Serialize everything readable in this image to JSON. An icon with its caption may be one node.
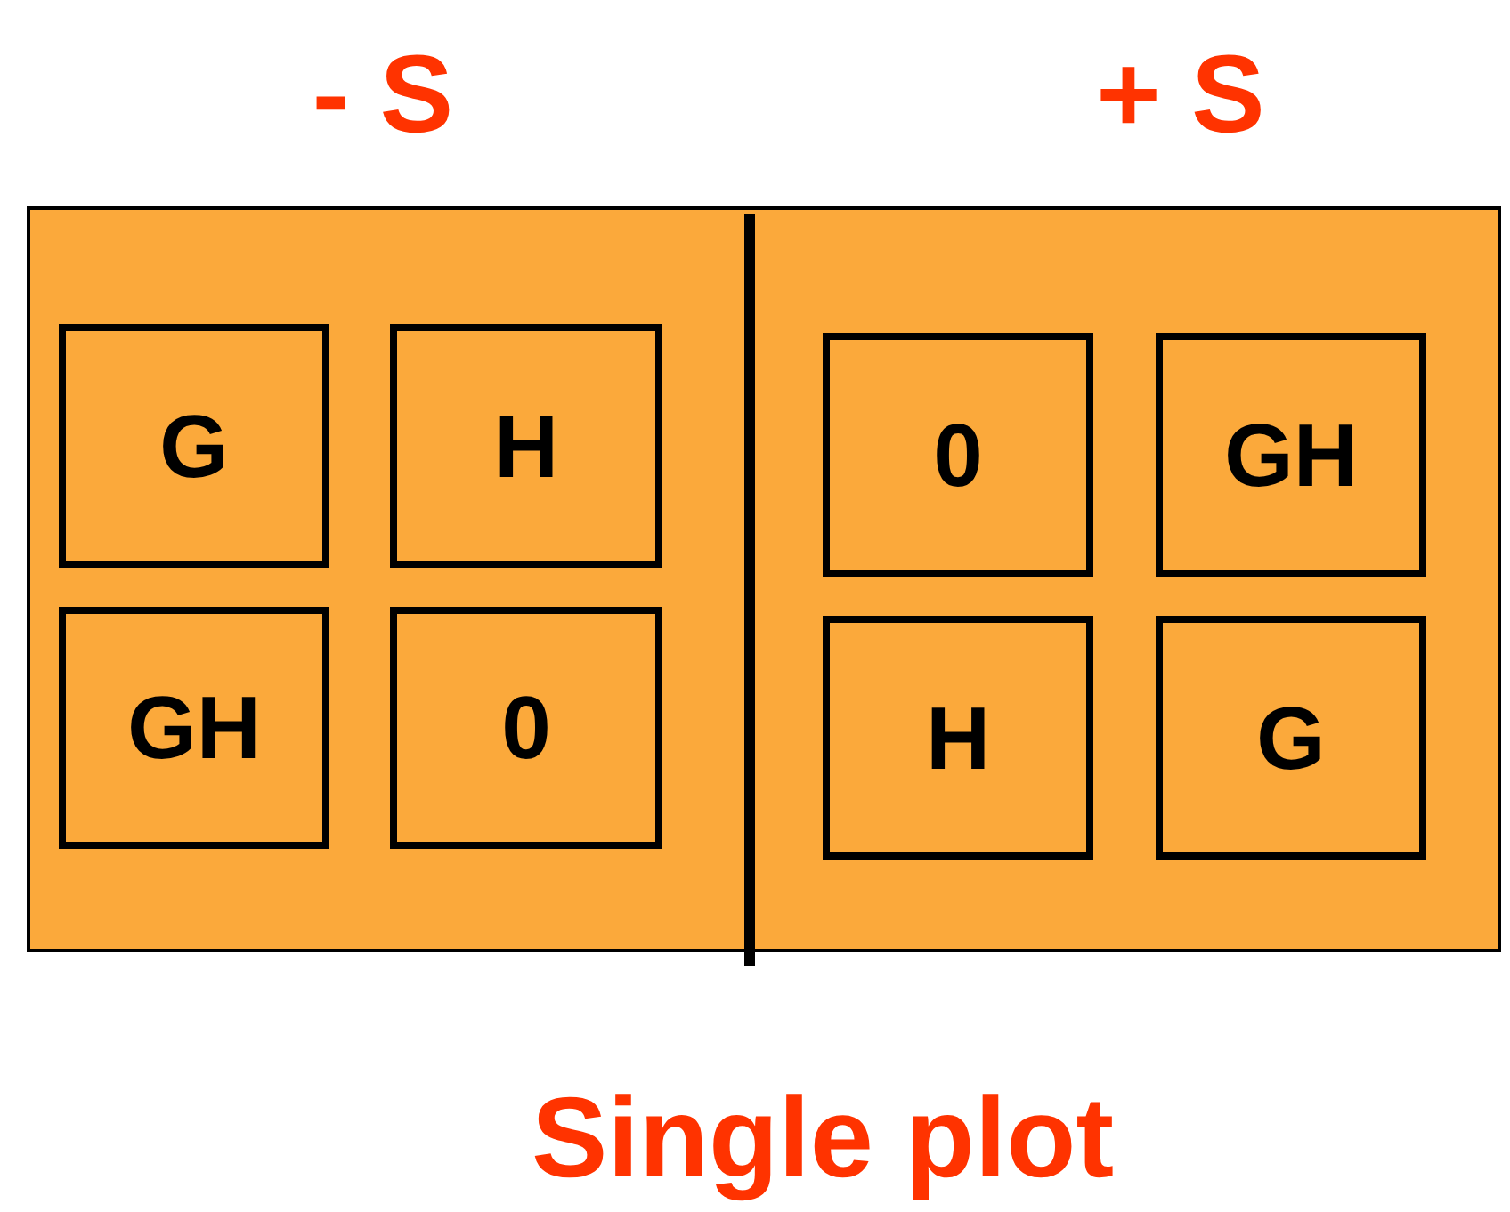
{
  "diagram": {
    "caption": "Single plot",
    "nodes": [
      {
        "text": [],
        "shape": "box"
      },
      {
        "text": [
          "G"
        ],
        "in": 0
      },
      {
        "text": [
          "H"
        ],
        "in": 0
      },
      {
        "text": [
          "GH"
        ],
        "in": 0
      },
      {
        "text": [
          "0"
        ],
        "in": 0
      },
      {
        "text": [
          "0"
        ],
        "in": 0
      },
      {
        "text": [
          "GH"
        ],
        "in": 0
      },
      {
        "text": [
          "H"
        ],
        "in": 0
      },
      {
        "text": [
          "G"
        ],
        "in": 0
      }
    ],
    "labels": [
      "- S",
      "+ S"
    ]
  }
}
